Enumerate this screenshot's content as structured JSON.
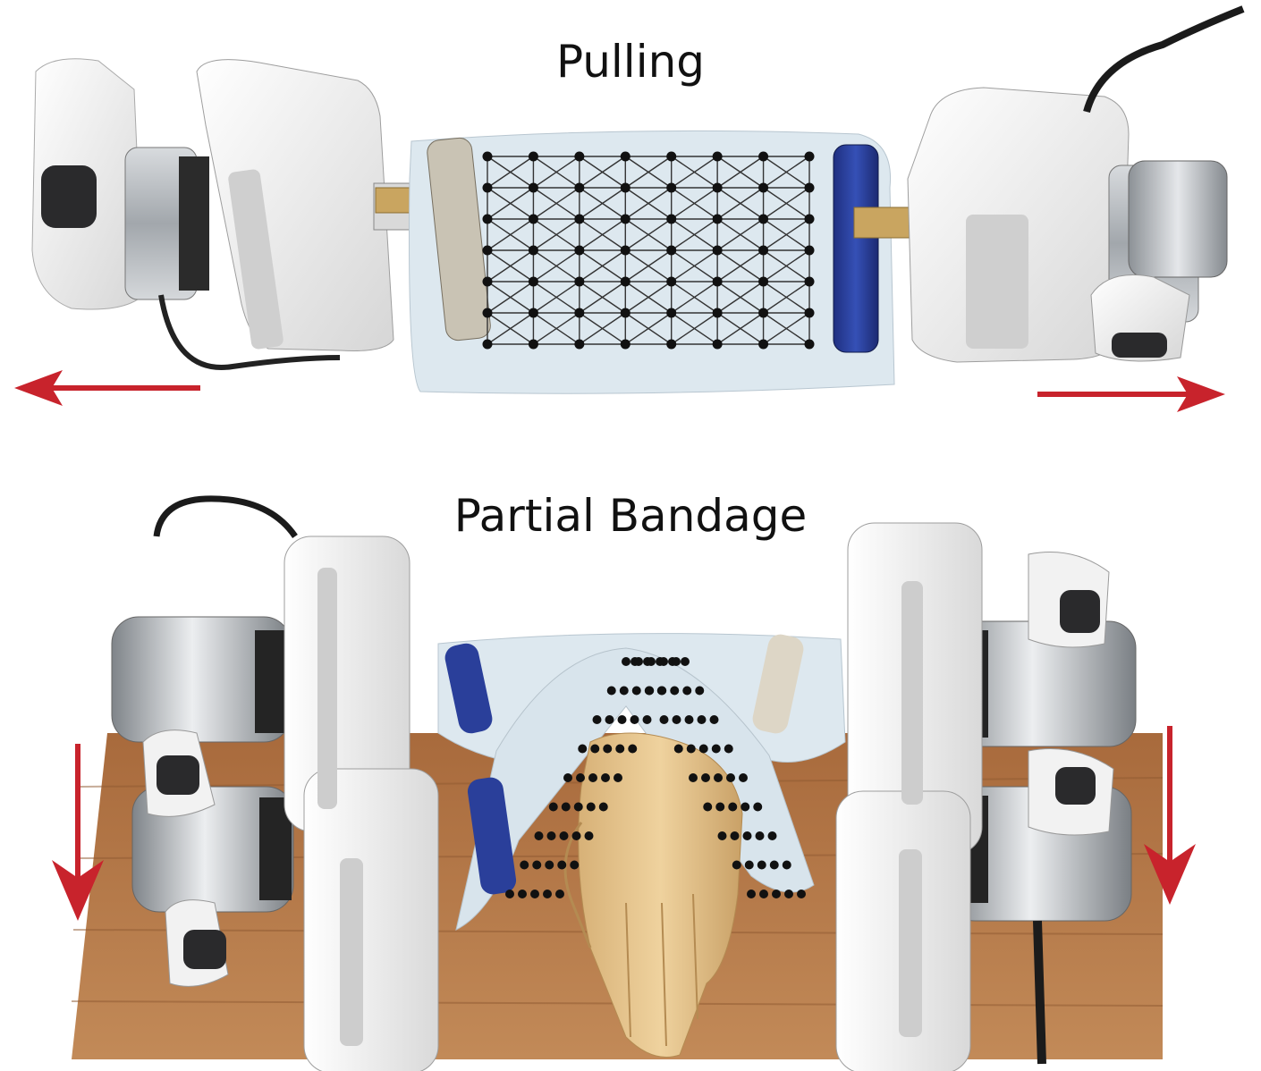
{
  "figure": {
    "top_panel": {
      "caption": "Pulling",
      "motion": "outward-horizontal"
    },
    "bottom_panel": {
      "caption": "Partial Bandage",
      "motion": "downward"
    }
  },
  "colors": {
    "arrow": "#c8232c",
    "bandage": "#dde8ef",
    "marker": "#111111",
    "robot_white": "#f2f2f2",
    "metal": "#b9bec3",
    "clamp_blue": "#2a3f9a",
    "hand": "#e6c489",
    "table_wood": "#b0784a"
  },
  "icons": [
    "left-arrow-icon",
    "right-arrow-icon",
    "down-arrow-icon"
  ]
}
